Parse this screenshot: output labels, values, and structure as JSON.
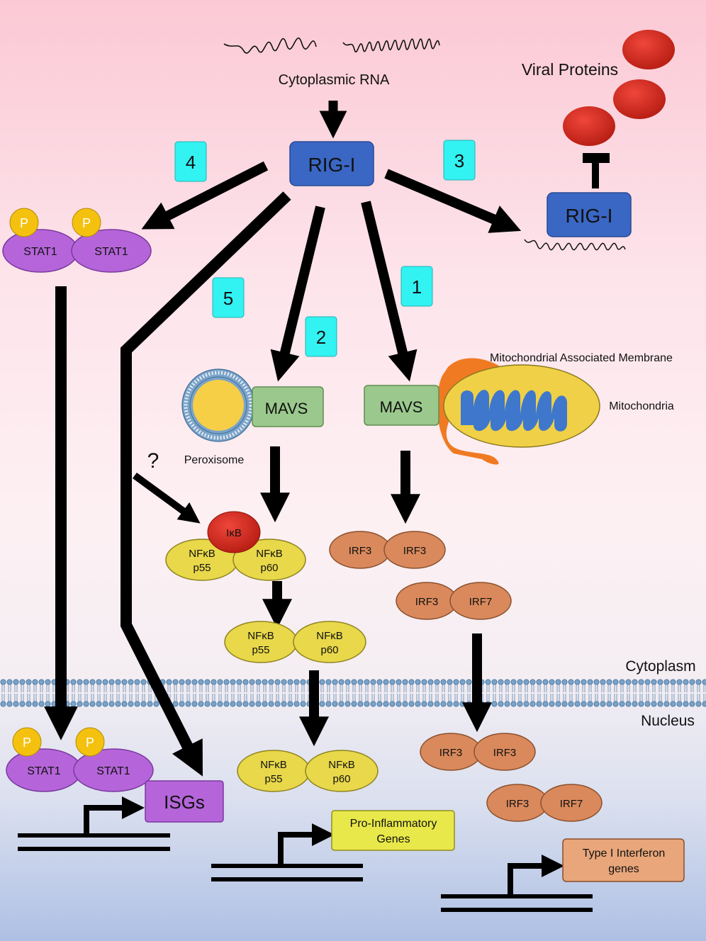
{
  "labels": {
    "cytoplasmic_rna": "Cytoplasmic RNA",
    "viral_proteins": "Viral Proteins",
    "rig_i_center": "RIG-I",
    "rig_i_right": "RIG-I",
    "mam": "Mitochondrial Associated Membrane",
    "mitochondria": "Mitochondria",
    "peroxisome": "Peroxisome",
    "mavs_perox": "MAVS",
    "mavs_mito": "MAVS",
    "question": "?",
    "cytoplasm": "Cytoplasm",
    "nucleus": "Nucleus",
    "isgs": "ISGs",
    "pro_inflammatory": [
      "Pro-Inflammatory",
      "Genes"
    ],
    "type_i_ifn": [
      "Type I Interferon",
      "genes"
    ]
  },
  "steps": [
    "1",
    "2",
    "3",
    "4",
    "5"
  ],
  "proteins": {
    "stat1": "STAT1",
    "p": "P",
    "ikb": "IκB",
    "nfkb_p55": [
      "NFκB",
      "p55"
    ],
    "nfkb_p60": [
      "NFκB",
      "p60"
    ],
    "irf3": "IRF3",
    "irf7": "IRF7"
  },
  "colors": {
    "step_box": "#33f2f2",
    "rig_i": "#3a67c4",
    "mavs": "#9bc98d",
    "stat1": "#b565d9",
    "phospho": "#f5c10f",
    "nfkb": "#e8d84a",
    "ikb": "#e02a1f",
    "irf": "#d9895c",
    "viral_protein": "#d8291e",
    "mito_outer": "#f0d046",
    "mito_inner": "#3f77cc",
    "mam": "#f07a22"
  }
}
